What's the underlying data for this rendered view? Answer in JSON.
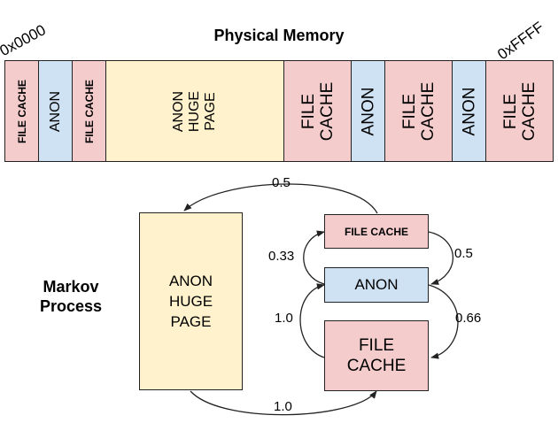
{
  "title": "Physical Memory",
  "address_start": "0x0000",
  "address_end": "0xFFFF",
  "memory_segments": [
    {
      "label": "FILE CACHE",
      "kind": "file-cache",
      "color": "#f4cccc"
    },
    {
      "label": "ANON",
      "kind": "anon",
      "color": "#cfe2f3"
    },
    {
      "label": "FILE CACHE",
      "kind": "file-cache",
      "color": "#f4cccc"
    },
    {
      "label": "ANON HUGE PAGE",
      "kind": "anon-huge-page",
      "color": "#fff2cc"
    },
    {
      "label": "FILE CACHE",
      "kind": "file-cache",
      "color": "#f4cccc"
    },
    {
      "label": "ANON",
      "kind": "anon",
      "color": "#cfe2f3"
    },
    {
      "label": "FILE CACHE",
      "kind": "file-cache",
      "color": "#f4cccc"
    },
    {
      "label": "ANON",
      "kind": "anon",
      "color": "#cfe2f3"
    },
    {
      "label": "FILE CACHE",
      "kind": "file-cache",
      "color": "#f4cccc"
    }
  ],
  "markov": {
    "label": "Markov Process",
    "states": {
      "huge_page": "ANON HUGE PAGE",
      "file_cache_top": "FILE CACHE",
      "anon": "ANON",
      "file_cache_bottom": "FILE CACHE"
    },
    "transitions": [
      {
        "from": "file_cache_top",
        "to": "huge_page",
        "probability": "0.5"
      },
      {
        "from": "file_cache_top",
        "to": "anon",
        "probability": "0.5"
      },
      {
        "from": "anon",
        "to": "file_cache_top",
        "probability": "0.33"
      },
      {
        "from": "anon",
        "to": "file_cache_bottom",
        "probability": "0.66"
      },
      {
        "from": "file_cache_bottom",
        "to": "anon",
        "probability": "1.0"
      },
      {
        "from": "huge_page",
        "to": "file_cache_bottom",
        "probability": "1.0"
      }
    ]
  }
}
